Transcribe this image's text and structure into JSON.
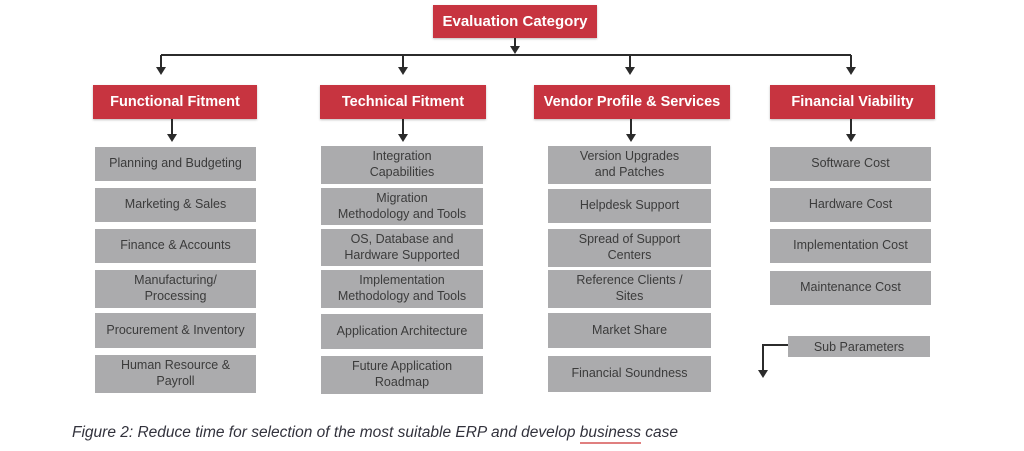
{
  "figure": {
    "root_label": "Evaluation Category",
    "columns": [
      {
        "header": "Functional Fitment",
        "items": [
          "Planning and Budgeting",
          "Marketing & Sales",
          "Finance & Accounts",
          "Manufacturing/\nProcessing",
          "Procurement & Inventory",
          "Human Resource &\nPayroll"
        ]
      },
      {
        "header": "Technical Fitment",
        "items": [
          "Integration\nCapabilities",
          "Migration\nMethodology and Tools",
          "OS, Database and\nHardware Supported",
          "Implementation\nMethodology and Tools",
          "Application Architecture",
          "Future Application\nRoadmap"
        ]
      },
      {
        "header": "Vendor Profile & Services",
        "items": [
          "Version Upgrades\nand Patches",
          "Helpdesk Support",
          "Spread of Support\nCenters",
          "Reference Clients /\nSites",
          "Market Share",
          "Financial Soundness"
        ]
      },
      {
        "header": "Financial Viability",
        "items": [
          "Software Cost",
          "Hardware Cost",
          "Implementation Cost",
          "Maintenance Cost"
        ]
      }
    ],
    "legend_label": "Sub Parameters",
    "caption": {
      "prefix": "Figure 2: Reduce time for selection of the most suitable ERP and develop ",
      "underlined_word": "business",
      "suffix": " case"
    },
    "colors": {
      "header_red": "#C73440",
      "box_gray": "#ABABAD",
      "box_text": "#3B3B3B",
      "connector": "#2B2B2B",
      "caption_text": "#32323C",
      "underline_red": "#E07F7F"
    }
  }
}
